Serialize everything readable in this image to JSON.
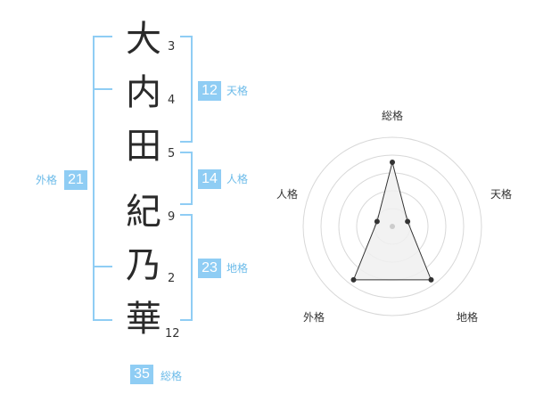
{
  "name": {
    "chars": [
      "大",
      "内",
      "田",
      "紀",
      "乃",
      "華"
    ],
    "strokes": [
      "3",
      "4",
      "5",
      "9",
      "2",
      "12"
    ]
  },
  "kaku": {
    "tenkaku": {
      "value": "12",
      "label": "天格"
    },
    "jinkaku": {
      "value": "14",
      "label": "人格"
    },
    "chikaku": {
      "value": "23",
      "label": "地格"
    },
    "gaikaku": {
      "value": "21",
      "label": "外格"
    },
    "soukaku": {
      "value": "35",
      "label": "総格"
    }
  },
  "chart_data": {
    "type": "radar",
    "axes": [
      "総格",
      "天格",
      "地格",
      "外格",
      "人格"
    ],
    "values": [
      0.72,
      0.18,
      0.74,
      0.74,
      0.18
    ],
    "rings": 5,
    "colors": {
      "fill": "#f0f0f0",
      "stroke": "#333333",
      "grid": "#d8d8d8",
      "accent": "#8fcdf4"
    }
  }
}
